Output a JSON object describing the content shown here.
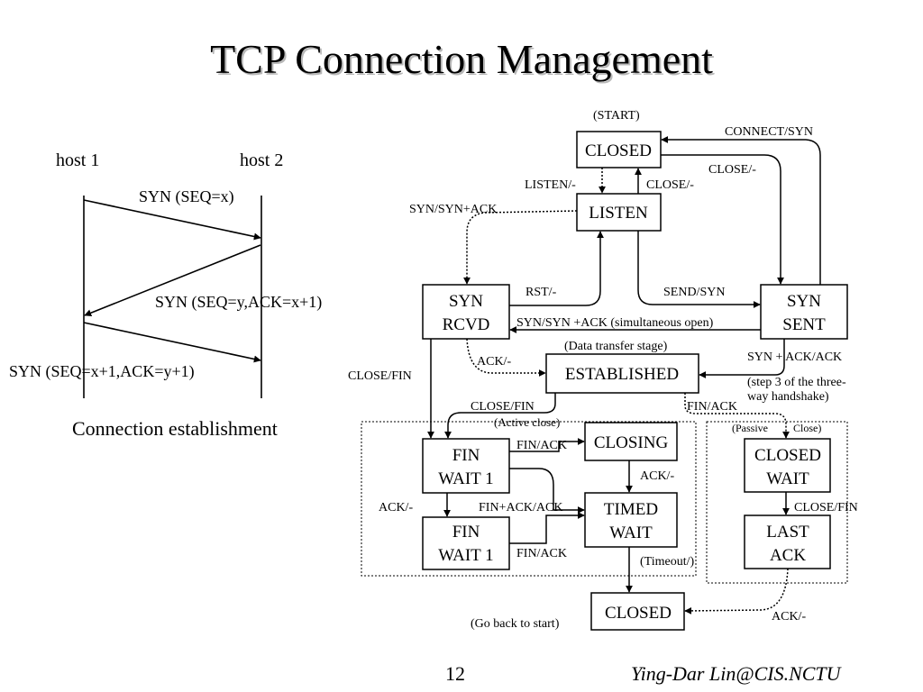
{
  "slide": {
    "title": "TCP Connection Management",
    "page_number": "12",
    "footer": "Ying-Dar Lin@CIS.NCTU"
  },
  "handshake": {
    "host1": "host 1",
    "host2": "host 2",
    "msg1": "SYN (SEQ=x)",
    "msg2": "SYN (SEQ=y,ACK=x+1)",
    "msg3": "SYN (SEQ=x+1,ACK=y+1)",
    "caption": "Connection establishment"
  },
  "fsm": {
    "states": {
      "closed_top": "CLOSED",
      "listen": "LISTEN",
      "syn_rcvd_1": "SYN",
      "syn_rcvd_2": "RCVD",
      "syn_sent_1": "SYN",
      "syn_sent_2": "SENT",
      "established": "ESTABLISHED",
      "fin_wait1_1": "FIN",
      "fin_wait1_2": "WAIT 1",
      "fin_wait2_1": "FIN",
      "fin_wait2_2": "WAIT 1",
      "closing": "CLOSING",
      "timed_wait_1": "TIMED",
      "timed_wait_2": "WAIT",
      "closed_wait_1": "CLOSED",
      "closed_wait_2": "WAIT",
      "last_ack_1": "LAST",
      "last_ack_2": "ACK",
      "closed_bottom": "CLOSED"
    },
    "labels": {
      "start": "(START)",
      "connect_syn": "CONNECT/SYN",
      "close_dash_right": "CLOSE/-",
      "listen_dash": "LISTEN/-",
      "close_dash_mid": "CLOSE/-",
      "syn_syn_ack": "SYN/SYN+ACK",
      "rst_dash": "RST/-",
      "send_syn": "SEND/SYN",
      "simultaneous_open": "SYN/SYN +ACK (simultaneous open)",
      "data_transfer": "(Data transfer stage)",
      "ack_dash_established": "ACK/-",
      "syn_ack_ack": "SYN + ACK/ACK",
      "step3_line1": "(step 3 of the three-",
      "step3_line2": "way handshake)",
      "close_fin_left": "CLOSE/FIN",
      "close_fin_mid": "CLOSE/FIN",
      "fin_ack_right": "FIN/ACK",
      "active_close": "(Active close)",
      "passive": "(Passive",
      "passive_close": "Close)",
      "fin_ack_to_closing": "FIN/ACK",
      "ack_dash_closing": "ACK/-",
      "ack_dash_fw1": "ACK/-",
      "fin_ack_ack": "FIN+ACK/ACK",
      "fin_ack_fw2": "FIN/ACK",
      "close_fin_lastack": "CLOSE/FIN",
      "timeout": "(Timeout/)",
      "ack_dash_bottom": "ACK/-",
      "go_back": "(Go back to start)"
    }
  }
}
